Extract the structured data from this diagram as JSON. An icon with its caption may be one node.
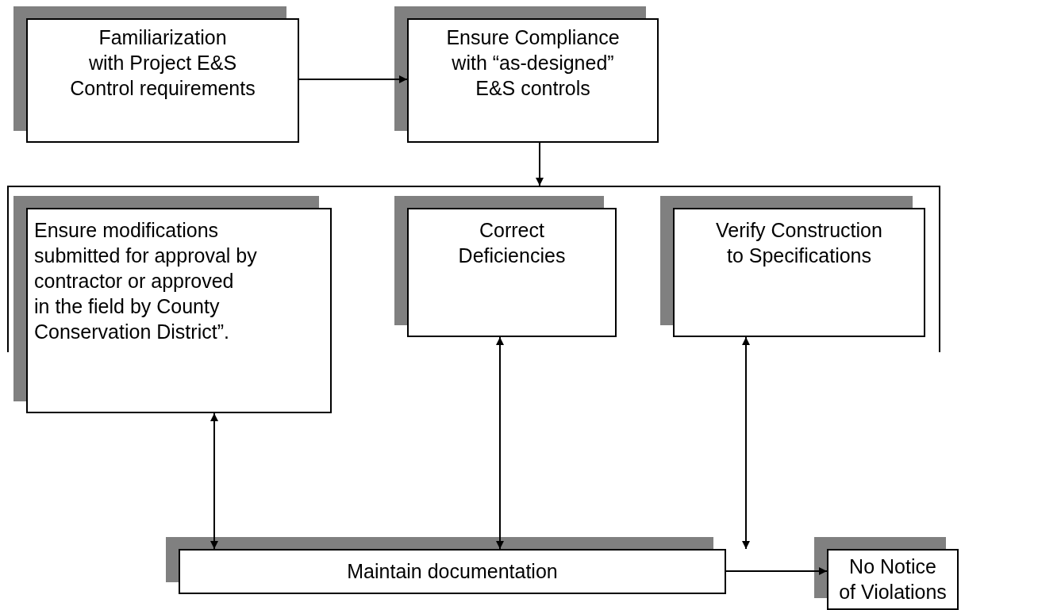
{
  "diagram": {
    "nodes": [
      {
        "text": [
          "Familiarization with Project E&S Control requirements"
        ]
      },
      {
        "text": [
          "Ensure Compliance with “as-designed” E&S controls"
        ]
      },
      {
        "text": [],
        "shape": "bracket"
      },
      {
        "text": [
          "Ensure modifications submitted for approval by contractor or approved in the field by County Conservation District”."
        ]
      },
      {
        "text": [
          "Correct Deficiencies"
        ],
        "in": 2
      },
      {
        "text": [
          "Verify Construction to Specifications"
        ],
        "in": 2
      },
      {
        "text": [
          "Maintain documentation"
        ]
      },
      {
        "text": [
          "No Notice of Violations"
        ]
      }
    ],
    "edges": [
      {
        "from": 0,
        "to": 1,
        "arrow": "to"
      },
      {
        "from": 1,
        "to": 2,
        "arrow": "to"
      },
      {
        "from": 3,
        "to": 6,
        "arrow": "both"
      },
      {
        "from": 4,
        "to": 6,
        "arrow": "both"
      },
      {
        "from": 5,
        "to": 6,
        "arrow": "both"
      },
      {
        "from": 6,
        "to": 7,
        "arrow": "to"
      }
    ]
  }
}
